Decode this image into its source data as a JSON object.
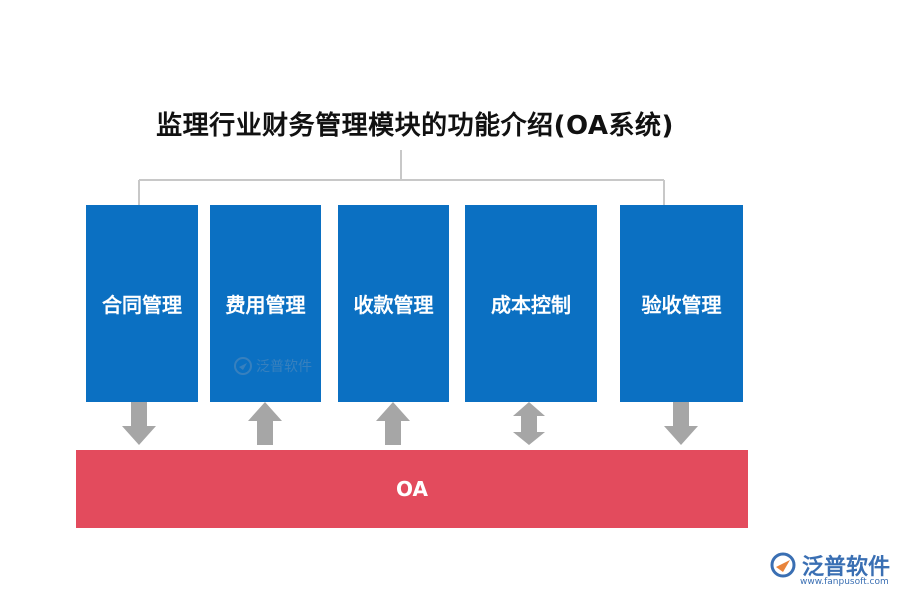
{
  "title": "监理行业财务管理模块的功能介绍(OA系统)",
  "modules": [
    {
      "label": "合同管理",
      "direction": "down"
    },
    {
      "label": "费用管理",
      "direction": "up"
    },
    {
      "label": "收款管理",
      "direction": "up"
    },
    {
      "label": "成本控制",
      "direction": "both"
    },
    {
      "label": "验收管理",
      "direction": "down"
    }
  ],
  "oa_label": "OA",
  "watermark": "泛普软件",
  "brand": {
    "name": "泛普软件",
    "url": "www.fanpusoft.com"
  },
  "colors": {
    "module": "#0b70c2",
    "oa_bar": "#e34b5d",
    "arrow": "#a6a6a6",
    "connector": "#c8c8c8",
    "brand": "#3a6fb3"
  }
}
